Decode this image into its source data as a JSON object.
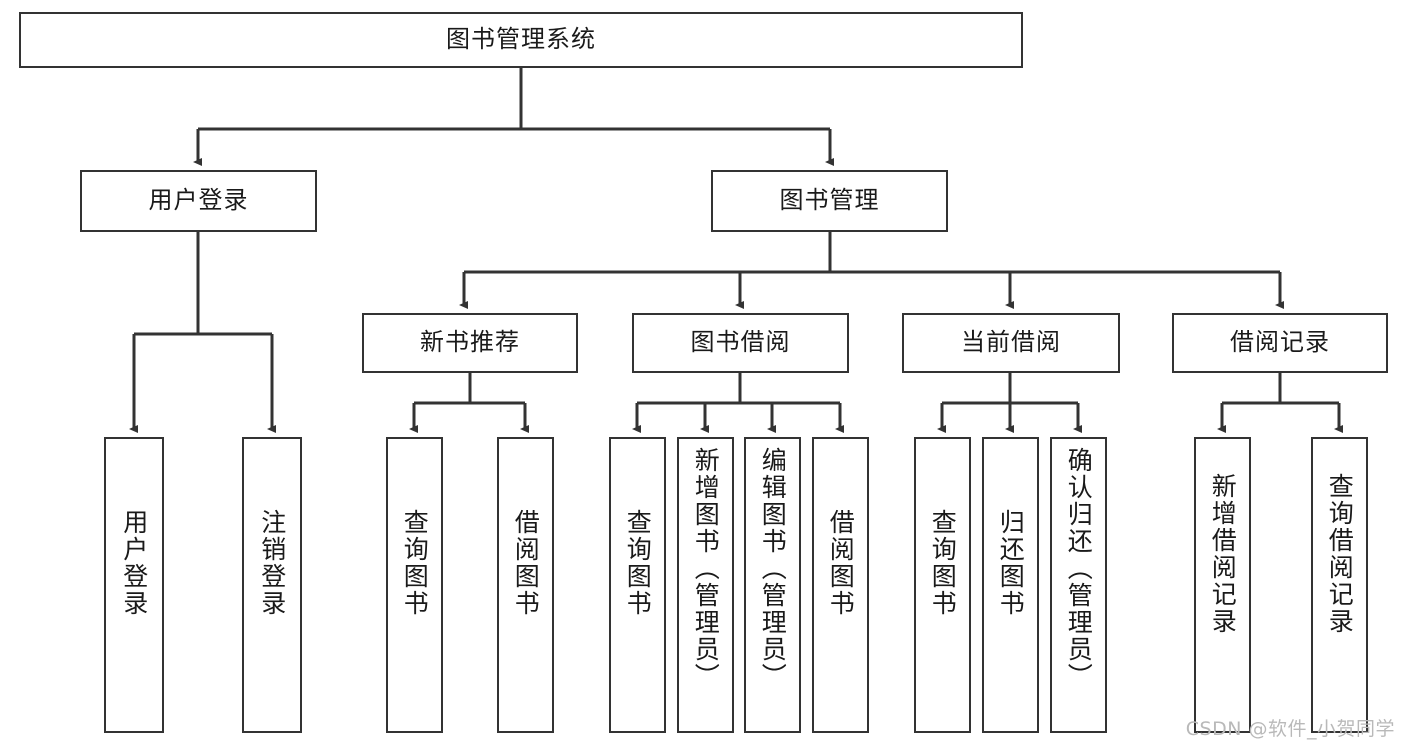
{
  "diagram": {
    "type": "tree-hierarchy",
    "title": "图书管理系统",
    "watermark": "CSDN @软件_小贺同学",
    "colors": {
      "stroke": "#333333",
      "fill": "#ffffff",
      "text": "#1a1a1a",
      "watermark": "#b9b9b9"
    },
    "nodes": {
      "root": {
        "label": "图书管理系统"
      },
      "level2": [
        {
          "id": "user-login",
          "label": "用户登录"
        },
        {
          "id": "book-manage",
          "label": "图书管理"
        }
      ],
      "level3": [
        {
          "id": "new-book-recommend",
          "label": "新书推荐"
        },
        {
          "id": "book-borrow",
          "label": "图书借阅"
        },
        {
          "id": "current-borrow",
          "label": "当前借阅"
        },
        {
          "id": "borrow-record",
          "label": "借阅记录"
        }
      ],
      "leaves": {
        "user_login": [
          {
            "id": "leaf-user-login",
            "label": "用户登录"
          },
          {
            "id": "leaf-logout-login",
            "label": "注销登录"
          }
        ],
        "new_book_recommend": [
          {
            "id": "leaf-query-book-1",
            "label": "查询图书"
          },
          {
            "id": "leaf-borrow-book-1",
            "label": "借阅图书"
          }
        ],
        "book_borrow": [
          {
            "id": "leaf-query-book-2",
            "label": "查询图书"
          },
          {
            "id": "leaf-add-book",
            "label": "新增图书（管理员）"
          },
          {
            "id": "leaf-edit-book",
            "label": "编辑图书（管理员）"
          },
          {
            "id": "leaf-borrow-book-2",
            "label": "借阅图书"
          }
        ],
        "current_borrow": [
          {
            "id": "leaf-query-book-3",
            "label": "查询图书"
          },
          {
            "id": "leaf-return-book",
            "label": "归还图书"
          },
          {
            "id": "leaf-confirm-return",
            "label": "确认归还（管理员）"
          }
        ],
        "borrow_record": [
          {
            "id": "leaf-add-record",
            "label": "新增借阅记录"
          },
          {
            "id": "leaf-query-record",
            "label": "查询借阅记录"
          }
        ]
      }
    }
  }
}
